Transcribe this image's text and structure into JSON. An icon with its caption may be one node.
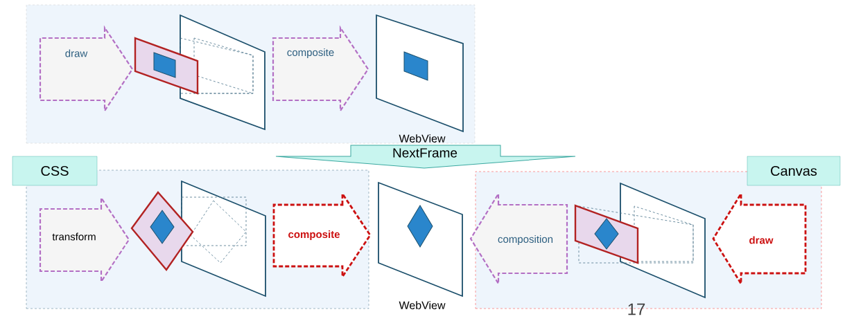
{
  "diagram": {
    "nodes": [
      {
        "text": [],
        "shape": "box"
      },
      {
        "text": [],
        "shape": "picture",
        "in": 0
      },
      {
        "text": [],
        "shape": "picture",
        "in": 0,
        "beside": [
          "WebView"
        ]
      },
      {
        "text": [
          "NextFrame"
        ]
      },
      {
        "text": [
          "CSS"
        ]
      },
      {
        "text": [],
        "shape": "picture",
        "in": 4
      },
      {
        "text": [],
        "shape": "picture",
        "beside": [
          "WebView"
        ]
      },
      {
        "text": [
          "Canvas"
        ]
      },
      {
        "text": [],
        "shape": "picture",
        "in": 7
      }
    ],
    "edges": [
      {
        "from": null,
        "to": 1,
        "arrow": "to",
        "label": "draw"
      },
      {
        "from": 1,
        "to": 2,
        "arrow": "to",
        "label": "composite"
      },
      {
        "from": null,
        "to": 5,
        "arrow": "to",
        "label": "transform"
      },
      {
        "from": 5,
        "to": 6,
        "arrow": "to",
        "label": "composite",
        "style": "thick",
        "color": "#cc1111"
      },
      {
        "from": 8,
        "to": 6,
        "arrow": "to",
        "label": "composition"
      },
      {
        "from": null,
        "to": 8,
        "arrow": "to",
        "label": "draw",
        "style": "thick",
        "color": "#cc1111"
      }
    ],
    "labels": [
      "17"
    ]
  }
}
